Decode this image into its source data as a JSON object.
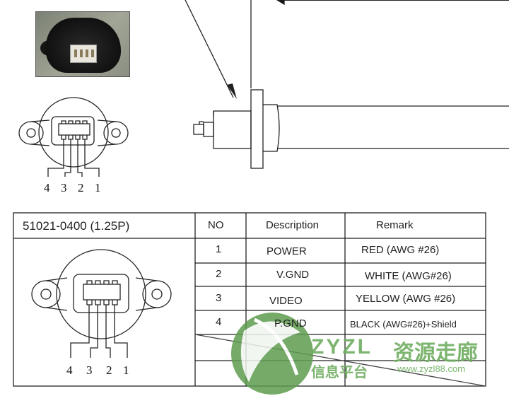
{
  "part_number": "51021-0400 (1.25P)",
  "pin_labels_top": [
    "4",
    "3",
    "2",
    "1"
  ],
  "pin_labels_bottom": [
    "4",
    "3",
    "2",
    "1"
  ],
  "table": {
    "headers": {
      "no": "NO",
      "description": "Description",
      "remark": "Remark"
    },
    "rows": [
      {
        "no": "1",
        "description": "POWER",
        "remark": "RED (AWG #26)"
      },
      {
        "no": "2",
        "description": "V.GND",
        "remark": "WHITE (AWG#26)"
      },
      {
        "no": "3",
        "description": "VIDEO",
        "remark": "YELLOW (AWG #26)"
      },
      {
        "no": "4",
        "description": "P.GND",
        "remark": "BLACK (AWG#26)+Shield"
      }
    ]
  },
  "watermark": {
    "brand": "ZYZL",
    "chinese_main": "资源走廊",
    "chinese_sub": "信息平台",
    "url": "www.zyzl88.com",
    "color": "#6fae61"
  }
}
